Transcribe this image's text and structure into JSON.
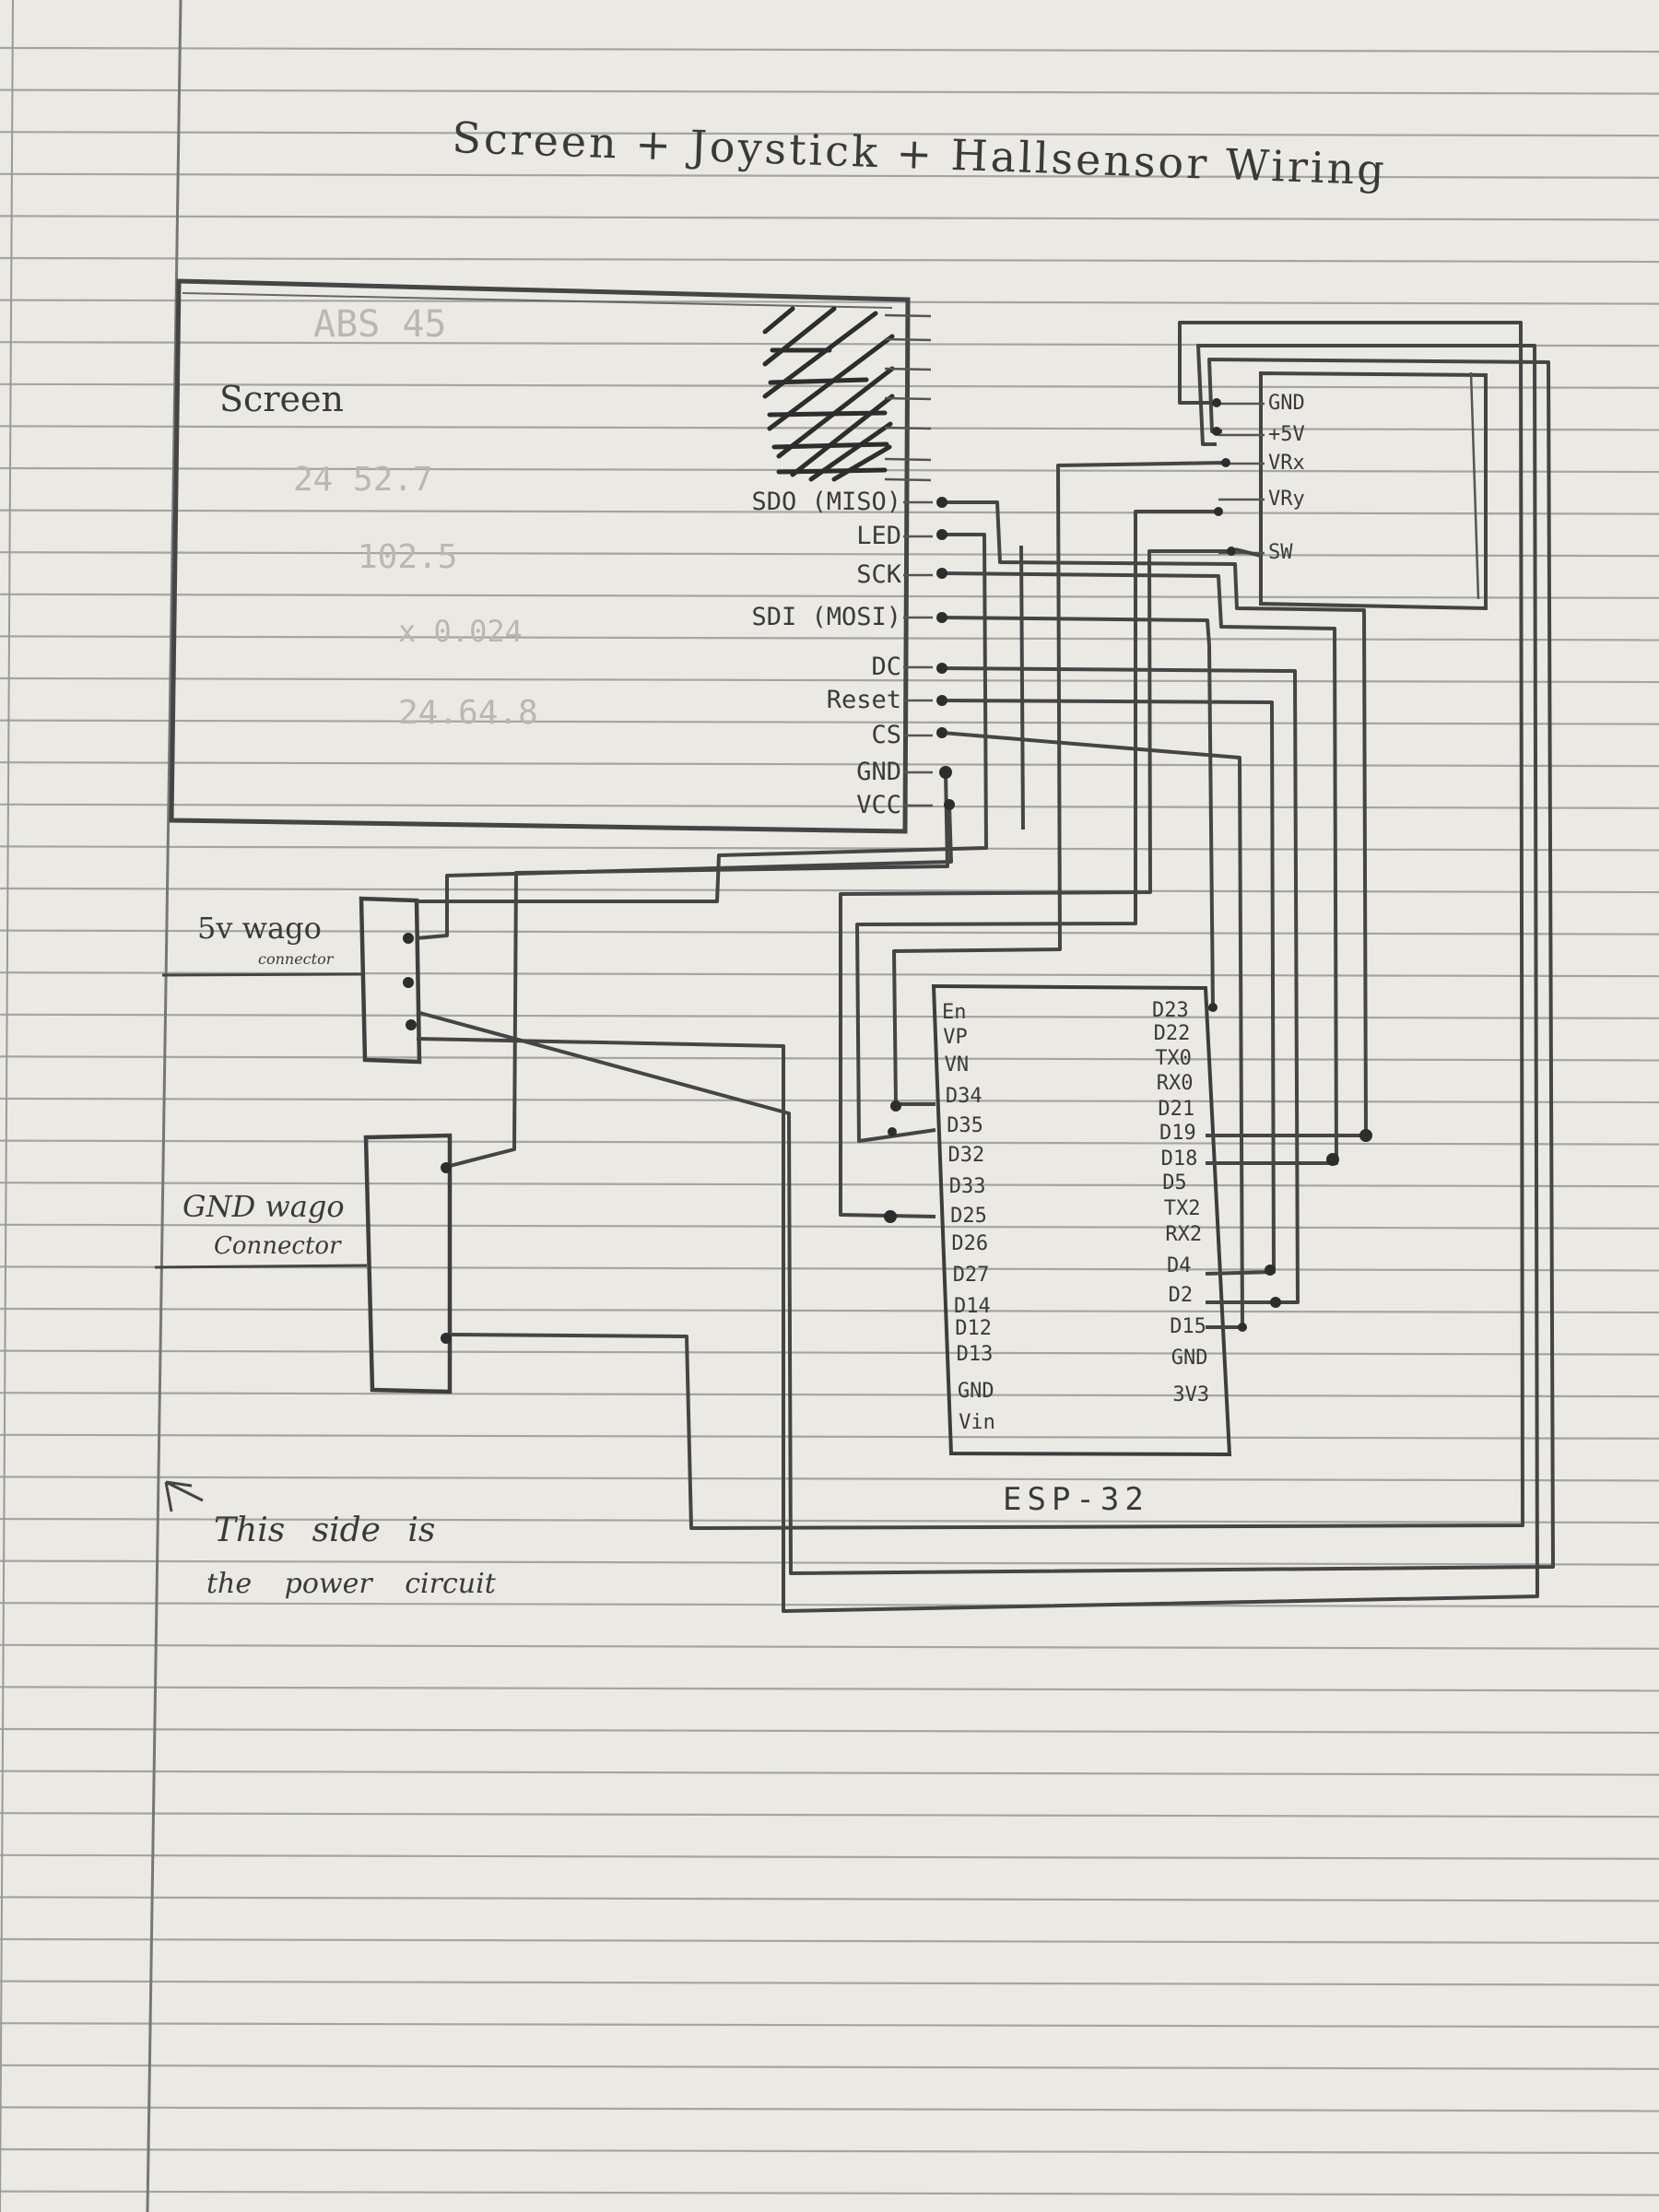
{
  "title": "Screen + Joystick + Hallsensor Wiring",
  "screen": {
    "label": "Screen",
    "faint_notes": [
      "ABS 45",
      "24 52.7",
      "102.5",
      "x 0.024",
      "24.64.8"
    ],
    "pins": [
      "SDO (MISO)",
      "LED",
      "SCK",
      "SDI (MOSI)",
      "DC",
      "Reset",
      "CS",
      "GND",
      "VCC"
    ]
  },
  "joystick": {
    "pins": [
      "GND",
      "+5V",
      "VRx",
      "VRy",
      "SW"
    ]
  },
  "esp32": {
    "label": "ESP-32",
    "left_pins": [
      "En",
      "VP",
      "VN",
      "D34",
      "D35",
      "D32",
      "D33",
      "D25",
      "D26",
      "D27",
      "D14",
      "D12",
      "D13",
      "GND",
      "Vin"
    ],
    "right_pins": [
      "D23",
      "D22",
      "TX0",
      "RX0",
      "D21",
      "D19",
      "D18",
      "D5",
      "TX2",
      "RX2",
      "D4",
      "D2",
      "D15",
      "GND",
      "3V3"
    ]
  },
  "wago_5v": {
    "label": "5v wago",
    "sublabel": "connector"
  },
  "wago_gnd": {
    "label": "GND wago",
    "sublabel": "Connector"
  },
  "note": {
    "line1": "This side is",
    "line2": "the power circuit"
  }
}
